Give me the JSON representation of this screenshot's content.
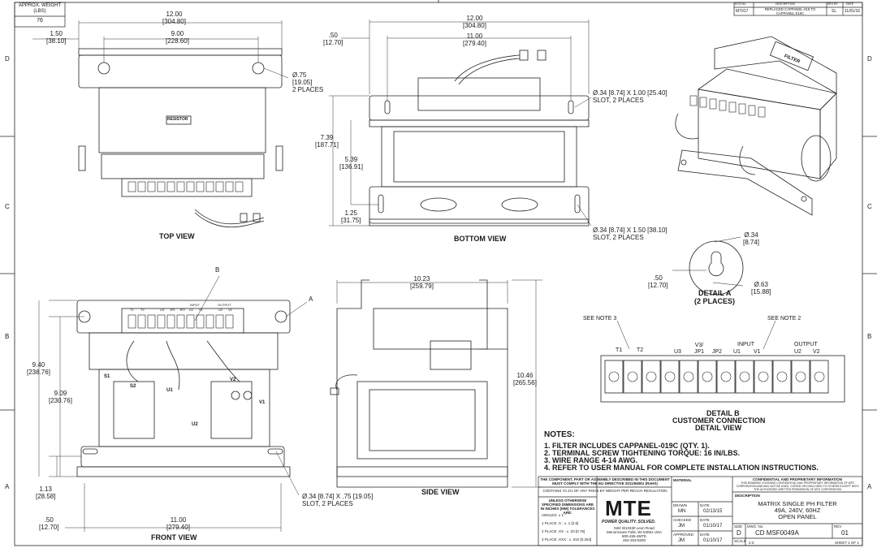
{
  "border": {
    "rows": [
      "D",
      "C",
      "B",
      "A"
    ]
  },
  "weight": {
    "label": "APPROX. WEIGHT (LBS)",
    "value": "76"
  },
  "revision": {
    "headers": [
      "ECO No.",
      "DESCRIPTION",
      "REV BY",
      "DATE"
    ],
    "row": [
      "M7917",
      "REPLACED CAPPANEL-019 TO CAPPANEL-019C",
      "SL",
      "11/01/16"
    ]
  },
  "views": {
    "top": "TOP VIEW",
    "bottom": "BOTTOM VIEW",
    "front": "FRONT VIEW",
    "side": "SIDE VIEW",
    "detail_a": [
      "DETAIL A",
      "(2 PLACES)"
    ],
    "detail_b": [
      "DETAIL B",
      "CUSTOMER CONNECTION",
      "DETAIL VIEW"
    ]
  },
  "dims": {
    "top_overall": [
      "12.00",
      "[304.80]"
    ],
    "top_mount": [
      "9.00",
      "[228.60]"
    ],
    "top_left": [
      "1.50",
      "[38.10]"
    ],
    "top_hole": [
      "Ø.75",
      "[19.05]",
      "2 PLACES"
    ],
    "bottom_overall": [
      "12.00",
      "[304.80]"
    ],
    "bottom_mount": [
      "11.00",
      "[279.40]"
    ],
    "bottom_left": [
      ".50",
      "[12.70]"
    ],
    "bottom_slot1": [
      "Ø.34 [8.74] X 1.00 [25.40]",
      "SLOT, 2 PLACES"
    ],
    "bottom_h1": [
      "7.39",
      "[187.71]"
    ],
    "bottom_h2": [
      "5.39",
      "[136.91]"
    ],
    "bottom_h3": [
      "1.25",
      "[31.75]"
    ],
    "bottom_slot2": [
      "Ø.34 [8.74] X 1.50 [38.10]",
      "SLOT, 2 PLACES"
    ],
    "detail_a_top": [
      "Ø.34",
      "[8.74]"
    ],
    "detail_a_left": [
      ".50",
      "[12.70]"
    ],
    "detail_a_bottom": [
      "Ø.63",
      "[15.88]"
    ],
    "front_h1": [
      "9.40",
      "[238.76]"
    ],
    "front_h2": [
      "9.09",
      "[230.76]"
    ],
    "front_h3": [
      "1.13",
      "[28.58]"
    ],
    "front_left": [
      ".50",
      "[12.70]"
    ],
    "front_mount": [
      "11.00",
      "[279.40]"
    ],
    "front_slot": [
      "Ø.34 [8.74] X .75 [19.05]",
      "SLOT, 2 PLACES"
    ],
    "side_depth": [
      "10.23",
      "[259.79]"
    ],
    "side_height": [
      "10.46",
      "[265.56]"
    ]
  },
  "callouts": {
    "a": "A",
    "b": "B",
    "see_note_3": "SEE NOTE 3",
    "see_note_2": "SEE NOTE 2"
  },
  "terminal_labels": {
    "top_strip": [
      "T1",
      "T2",
      "U3",
      "JP1",
      "JP2",
      "U1",
      "V1",
      "U2",
      "V2"
    ],
    "front_groups": [
      "INPUT",
      "OUTPUT"
    ],
    "detail_b": [
      "T1",
      "T2",
      "U3",
      "V3/ JP1",
      "JP2",
      "U1",
      "V1",
      "U2",
      "V2"
    ],
    "detail_b_groups": [
      "INPUT",
      "OUTPUT"
    ],
    "coil_tags": [
      "S1",
      "S2",
      "U1",
      "U2",
      "V2",
      "V1"
    ],
    "resistor": "RESISTOR",
    "filter": "FILTER"
  },
  "notes": {
    "title": "NOTES:",
    "items": [
      "1.  FILTER INCLUDES CAPPANEL-019C (QTY. 1).",
      "2.  TERMINAL SCREW TIGHTENING TORQUE: 16 IN/LBS.",
      "3.  WIRE RANGE 4-14 AWG.",
      "4.  REFER TO USER MANUAL FOR COMPLETE INSTALLATION INSTRUCTIONS."
    ]
  },
  "title_block": {
    "compliance": "THE COMPONENT, PART OR ASSEMBLY DESCRIBED IN THIS DOCUMENT MUST COMPLY WITH THE EU DIRECTIVE 2011/65/EU (RoHS)",
    "contains": "CONTAINS <0.1% OF ANY ROHS BY WEIGHT PER REACH REGULATION",
    "tolerance_title": "UNLESS OTHERWISE SPECIFIED DIMENSIONS ARE IN INCHES [MM] TOLERANCES ARE:",
    "tolerances": [
      "ANGLES: ± 1 °",
      "1 PLACE .X : ± .1 [2.5]",
      "2 PLACE .XX : ± .03 [0.76]",
      "3 PLACE .XXX : ± .010 [0.254]"
    ],
    "brand": "MTE",
    "tagline": "POWER QUALITY. SOLVED.",
    "address": [
      "N83 W13330 Leon Road",
      "Menomonee Falls, WI 53051 USA",
      "800-455-4MTE",
      "262-253-8200"
    ],
    "material_label": "MATERIAL",
    "drawn_label": "DRAWN",
    "drawn": "MN",
    "drawn_date": "02/13/15",
    "checked_label": "CHECKED",
    "checked": "JM",
    "checked_date": "01/10/17",
    "approved_label": "APPROVED",
    "approved": "JM",
    "approved_date": "01/10/17",
    "date_label": "DATE",
    "confidential_title": "CONFIDENTIAL AND PROPRIETARY INFORMATION",
    "confidential_body": "THIS DRAWING CONTAINS CONFIDENTIAL AND PROPRIETARY INFORMATION OF MTE CORPORATION AND MAY NOT BE USED, COPIED OR DISCLOSED TO OTHERS EXCEPT WITH THE AUTHORIZED WRITTEN PERMISSION OF MTE CORPORATION",
    "description_label": "DESCRIPTION",
    "description": [
      "MATRIX SINGLE PH FILTER",
      "49A, 240V, 60HZ",
      "OPEN PANEL"
    ],
    "size_label": "SIZE",
    "size": "D",
    "dwg_label": "DWG. No.",
    "dwg": "CD MSF0049A",
    "rev_label": "REV",
    "rev": "01",
    "scale_label": "SCALE",
    "scale": "2:3",
    "sheet": "SHEET 1 OF 1"
  }
}
